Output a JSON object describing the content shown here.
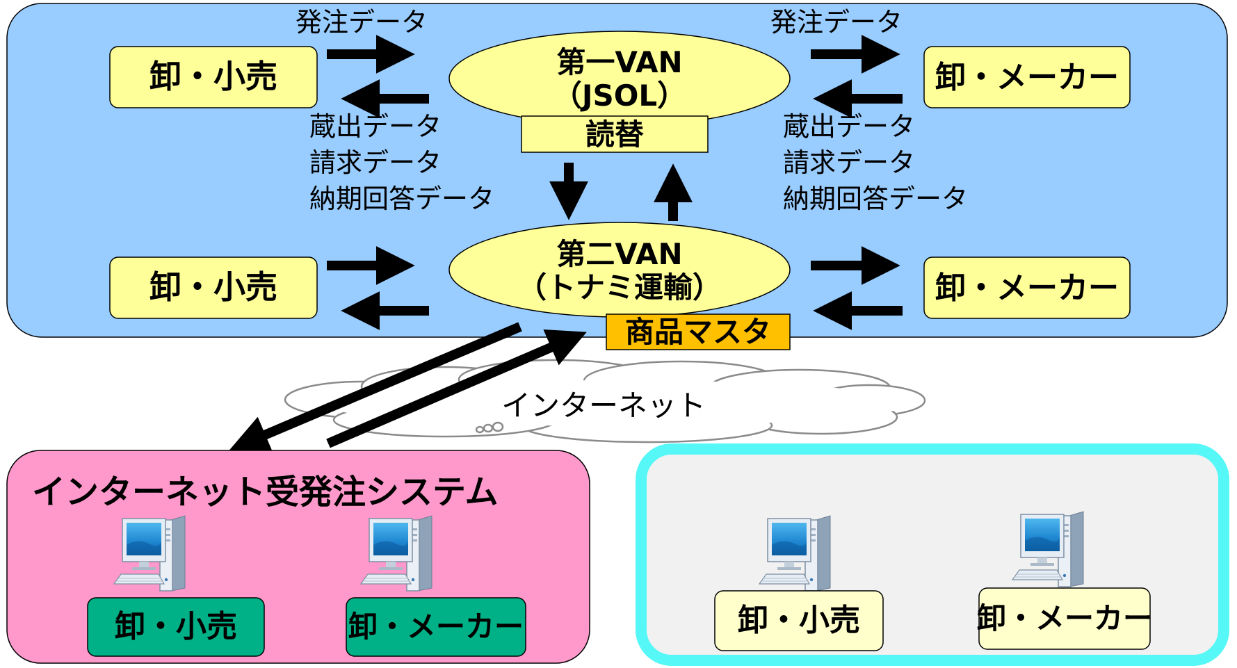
{
  "top": {
    "left_upper_box": "卸・小売",
    "left_lower_box": "卸・小売",
    "right_upper_box": "卸・メーカー",
    "right_lower_box": "卸・メーカー",
    "van1": {
      "line1": "第一VAN",
      "line2": "（JSOL）",
      "conversion": "読替"
    },
    "van2": {
      "line1": "第二VAN",
      "line2": "（トナミ運輸）",
      "product_master": "商品マスタ"
    },
    "left_order_label": "発注データ",
    "right_order_label": "発注データ",
    "left_return_labels": [
      "蔵出データ",
      "請求データ",
      "納期回答データ"
    ],
    "right_return_labels": [
      "蔵出データ",
      "請求データ",
      "納期回答データ"
    ]
  },
  "internet": {
    "label": "インターネット"
  },
  "web_system": {
    "title": "インターネット受発注システム",
    "box_retail": "卸・小売",
    "box_maker": "卸・メーカー"
  },
  "other_panel": {
    "box_retail": "卸・小売",
    "box_maker": "卸・メーカー"
  },
  "colors": {
    "top_panel": "#99ccff",
    "yellow_box": "#ffff99",
    "orange_box": "#ffc000",
    "web_panel": "#ff99cc",
    "green_box": "#00b086",
    "cyan_border": "#55f7f7",
    "grey_panel": "#f1f1f1",
    "cream_box": "#ffffcc"
  },
  "icons": [
    "computer-icon",
    "computer-icon",
    "computer-icon",
    "computer-icon",
    "cloud-icon"
  ]
}
